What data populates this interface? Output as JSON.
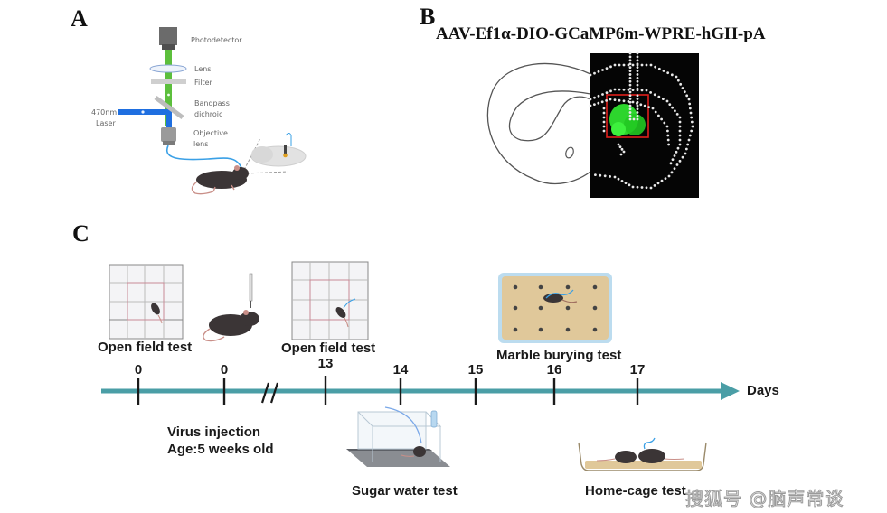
{
  "panels": {
    "a": {
      "letter": "A",
      "labels": {
        "photodetector": "Photodetector",
        "lens": "Lens",
        "filter": "Filter",
        "bandpass_line1": "Bandpass",
        "bandpass_line2": "dichroic",
        "objective_line1": "Objective",
        "objective_line2": "lens",
        "laser_line1": "470nm",
        "laser_line2": "Laser"
      },
      "colors": {
        "laser": "#1f6fe0",
        "emission": "#5cbf3c",
        "fiber": "#3aa0e6"
      }
    },
    "b": {
      "letter": "B",
      "title": "AAV-Ef1α-DIO-GCaMP6m-WPRE-hGH-pA",
      "colors": {
        "background": "#050505",
        "expression": "#2fe02f",
        "roi_box": "#e0201c",
        "outline": "#e8e8e8"
      }
    },
    "c": {
      "letter": "C",
      "axis_label": "Days",
      "ticks": [
        {
          "label": "0"
        },
        {
          "label": "0"
        },
        {
          "label": "13"
        },
        {
          "label": "14"
        },
        {
          "label": "15"
        },
        {
          "label": "16"
        },
        {
          "label": "17"
        }
      ],
      "events": {
        "open_field_1": "Open field  test",
        "open_field_2": "Open field  test",
        "virus_line1": "Virus injection",
        "virus_line2": "Age:5 weeks old",
        "sugar_water": "Sugar water test",
        "marble": "Marble burying test",
        "home_cage": "Home-cage test"
      },
      "colors": {
        "timeline": "#4a9ea6",
        "tick": "#1a1a1a",
        "marble_tray": "#e0c89a",
        "tray_border": "#bcdcef"
      }
    }
  },
  "watermark": "搜狐号 @脑声常谈"
}
